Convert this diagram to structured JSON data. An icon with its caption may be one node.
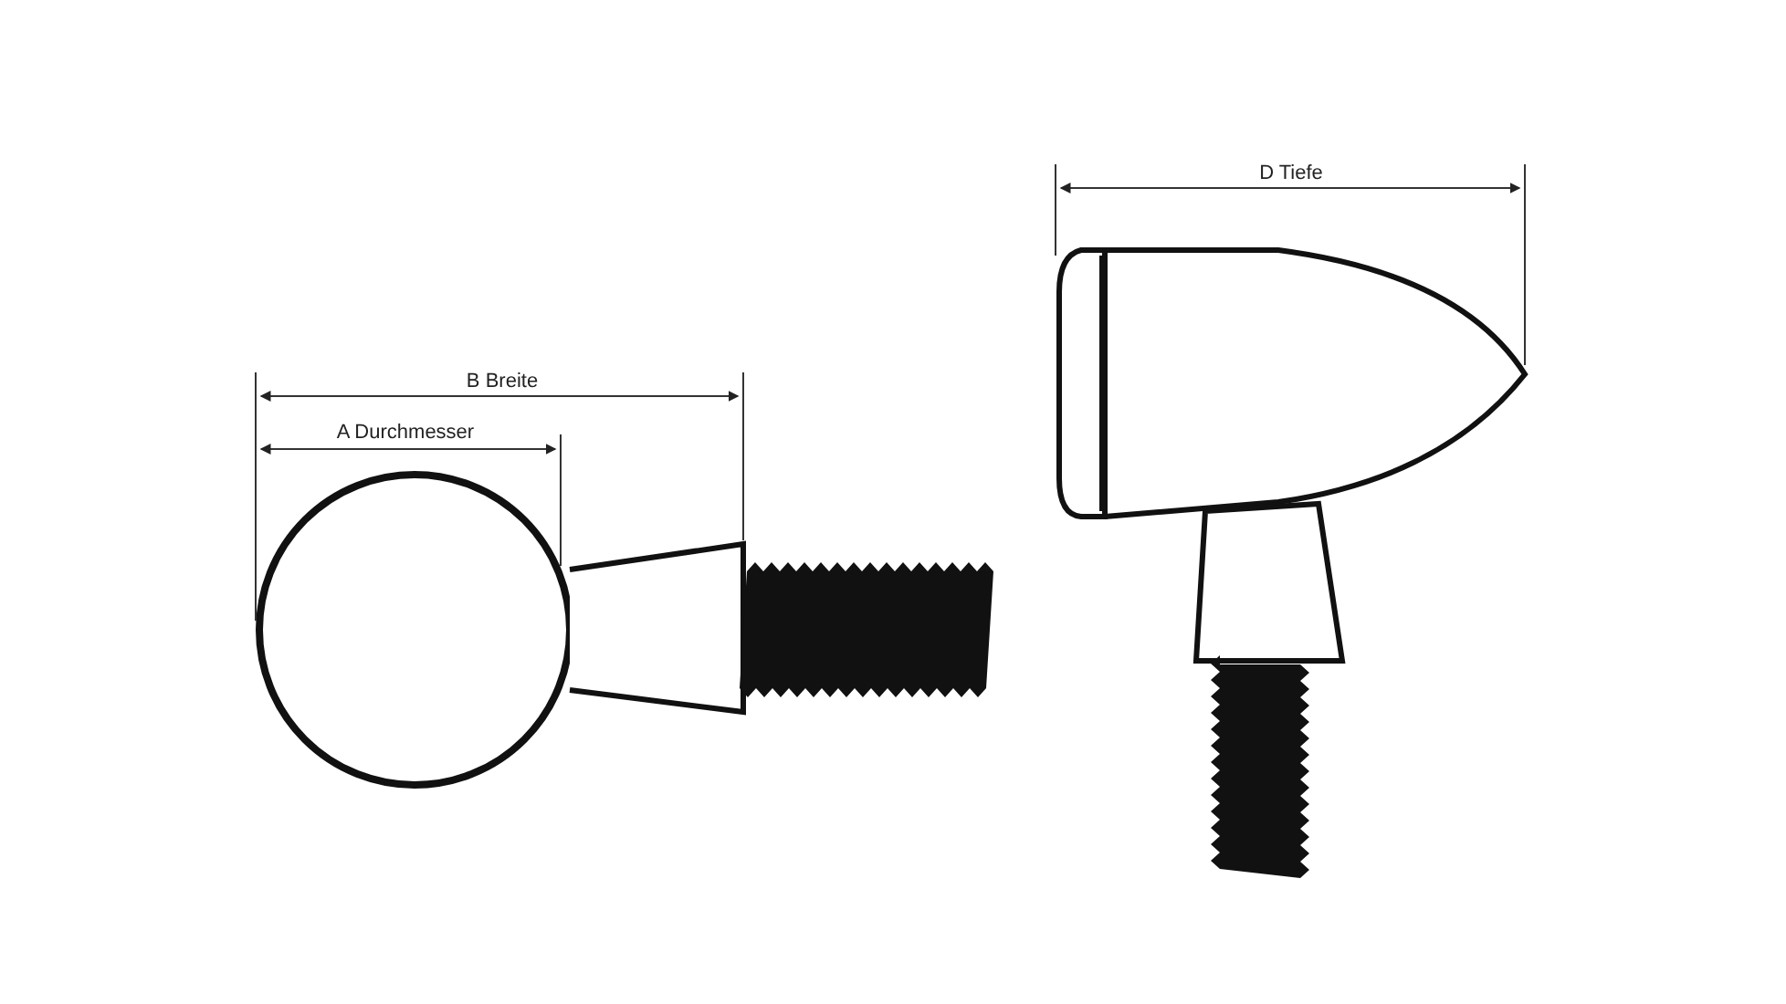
{
  "diagram": {
    "labels": [
      "D Tiefe",
      "B Breite",
      "A Durchmesser"
    ]
  }
}
